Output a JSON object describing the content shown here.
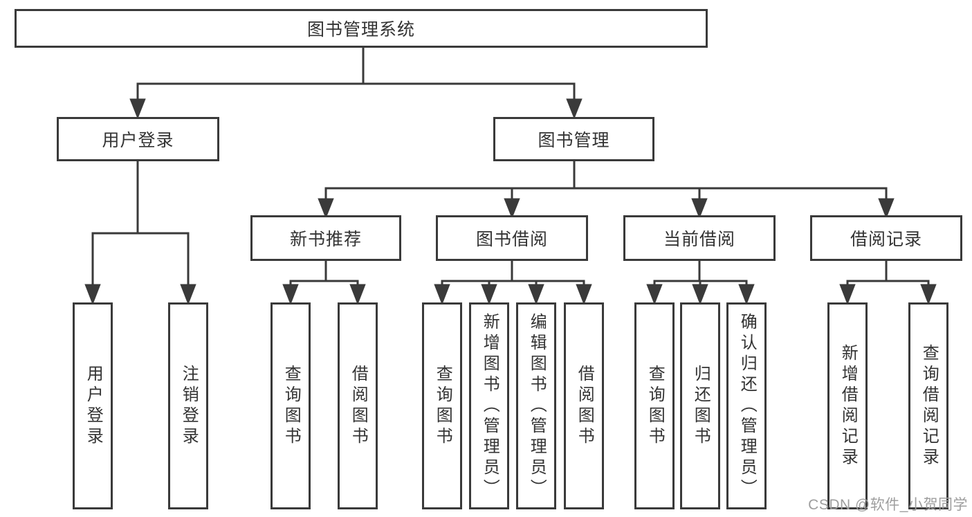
{
  "diagram": {
    "root": {
      "label": "图书管理系统"
    },
    "level2": [
      {
        "label": "用户登录"
      },
      {
        "label": "图书管理"
      }
    ],
    "level3": [
      {
        "label": "新书推荐"
      },
      {
        "label": "图书借阅"
      },
      {
        "label": "当前借阅"
      },
      {
        "label": "借阅记录"
      }
    ],
    "leaves": {
      "user_login": [
        "用户登录",
        "注销登录"
      ],
      "new_book": [
        "查询图书",
        "借阅图书"
      ],
      "book_borrow": [
        "查询图书",
        "新增图书（管理员）",
        "编辑图书（管理员）",
        "借阅图书"
      ],
      "current_borrow": [
        "查询图书",
        "归还图书",
        "确认归还（管理员）"
      ],
      "borrow_record": [
        "新增借阅记录",
        "查询借阅记录"
      ]
    }
  },
  "watermark": "CSDN @软件_小贺同学",
  "colors": {
    "line": "#3a3a3a",
    "border": "#3a3a3a",
    "text": "#333333",
    "watermark": "#9e9e9e",
    "background": "#ffffff"
  }
}
